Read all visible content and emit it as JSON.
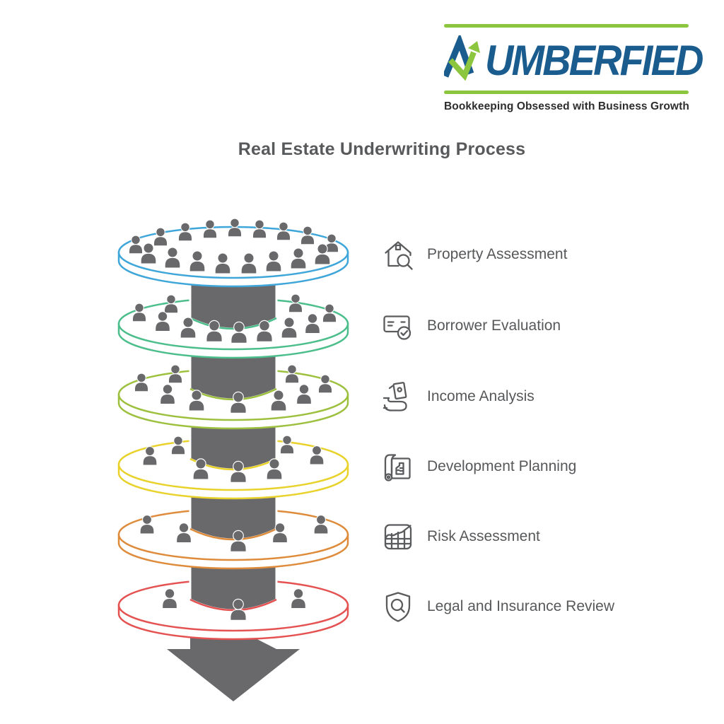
{
  "brand": {
    "name": "NUMBERFIED",
    "wordmark_rest": "UMBERFIED",
    "tagline": "Bookkeeping Obsessed with Business Growth",
    "colors": {
      "navy": "#1B5C8E",
      "green": "#8CC63F"
    }
  },
  "title": "Real Estate Underwriting Process",
  "funnel": {
    "arrow_color": "#69686B",
    "people_color": "#69686B",
    "levels": [
      {
        "label": "Property Assessment",
        "icon": "house-search-icon",
        "color": "#3FA6D9",
        "people": 17
      },
      {
        "label": "Borrower Evaluation",
        "icon": "card-check-icon",
        "color": "#4CBE8C",
        "people": 11
      },
      {
        "label": "Income Analysis",
        "icon": "money-hand-icon",
        "color": "#9DC03F",
        "people": 9
      },
      {
        "label": "Development Planning",
        "icon": "blueprint-icon",
        "color": "#E8D22B",
        "people": 7
      },
      {
        "label": "Risk Assessment",
        "icon": "risk-chart-icon",
        "color": "#DE8C3B",
        "people": 5
      },
      {
        "label": "Legal and Insurance Review",
        "icon": "shield-search-icon",
        "color": "#E45252",
        "people": 3
      }
    ]
  }
}
